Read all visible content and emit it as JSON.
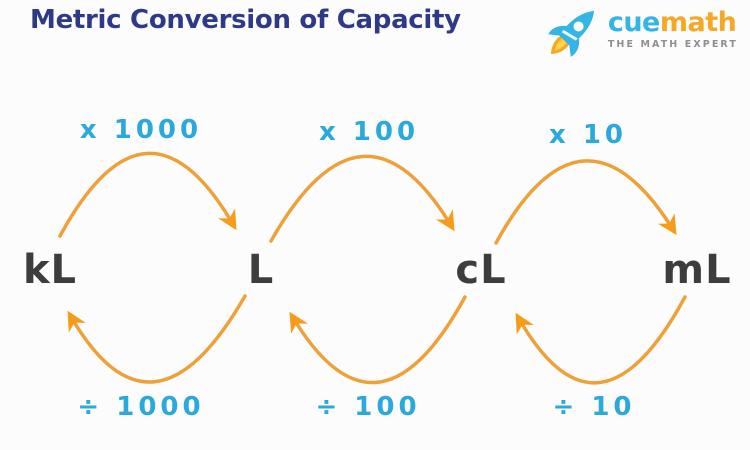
{
  "header": {
    "title": "Metric Conversion of Capacity",
    "logo": {
      "brand_cue": "cue",
      "brand_math": "math",
      "tagline": "THE MATH EXPERT"
    }
  },
  "diagram": {
    "units": [
      "kL",
      "L",
      "cL",
      "mL"
    ],
    "conversions": [
      {
        "from": "kL",
        "to": "L",
        "multiply": "x 1000",
        "divide": "÷ 1000"
      },
      {
        "from": "L",
        "to": "cL",
        "multiply": "x 100",
        "divide": "÷ 100"
      },
      {
        "from": "cL",
        "to": "mL",
        "multiply": "x 10",
        "divide": "÷ 10"
      }
    ]
  },
  "colors": {
    "background": "#fcfcfc",
    "title_color": "#2e3a87",
    "unit_text": "#3d3d3d",
    "arrow": "#eda138",
    "arrow_head": "#f59c1a",
    "op_label": "#2ba8dc",
    "logo_cue": "#35b5e5",
    "logo_math": "#f5a726",
    "logo_tagline": "#8f8f8f"
  }
}
